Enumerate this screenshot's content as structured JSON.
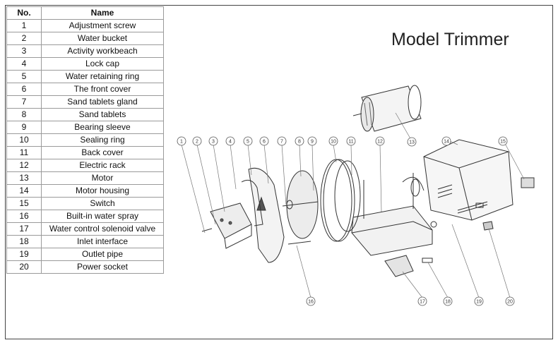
{
  "title": "Model Trimmer",
  "table": {
    "headers": [
      "No.",
      "Name"
    ],
    "rows": [
      {
        "no": "1",
        "name": "Adjustment screw"
      },
      {
        "no": "2",
        "name": "Water bucket"
      },
      {
        "no": "3",
        "name": "Activity workbeach"
      },
      {
        "no": "4",
        "name": "Lock cap"
      },
      {
        "no": "5",
        "name": "Water retaining ring"
      },
      {
        "no": "6",
        "name": "The front cover"
      },
      {
        "no": "7",
        "name": "Sand tablets gland"
      },
      {
        "no": "8",
        "name": "Sand tablets"
      },
      {
        "no": "9",
        "name": "Bearing sleeve"
      },
      {
        "no": "10",
        "name": "Sealing ring"
      },
      {
        "no": "11",
        "name": "Back cover"
      },
      {
        "no": "12",
        "name": "Electric rack"
      },
      {
        "no": "13",
        "name": "Motor"
      },
      {
        "no": "14",
        "name": "Motor housing"
      },
      {
        "no": "15",
        "name": "Switch"
      },
      {
        "no": "16",
        "name": "Built-in water spray"
      },
      {
        "no": "17",
        "name": "Water control solenoid valve"
      },
      {
        "no": "18",
        "name": "Inlet interface"
      },
      {
        "no": "19",
        "name": "Outlet pipe"
      },
      {
        "no": "20",
        "name": "Power socket"
      }
    ]
  },
  "callouts": [
    "1",
    "2",
    "3",
    "4",
    "5",
    "6",
    "7",
    "8",
    "9",
    "10",
    "11",
    "12",
    "13",
    "14",
    "15",
    "16",
    "17",
    "18",
    "19",
    "20"
  ]
}
